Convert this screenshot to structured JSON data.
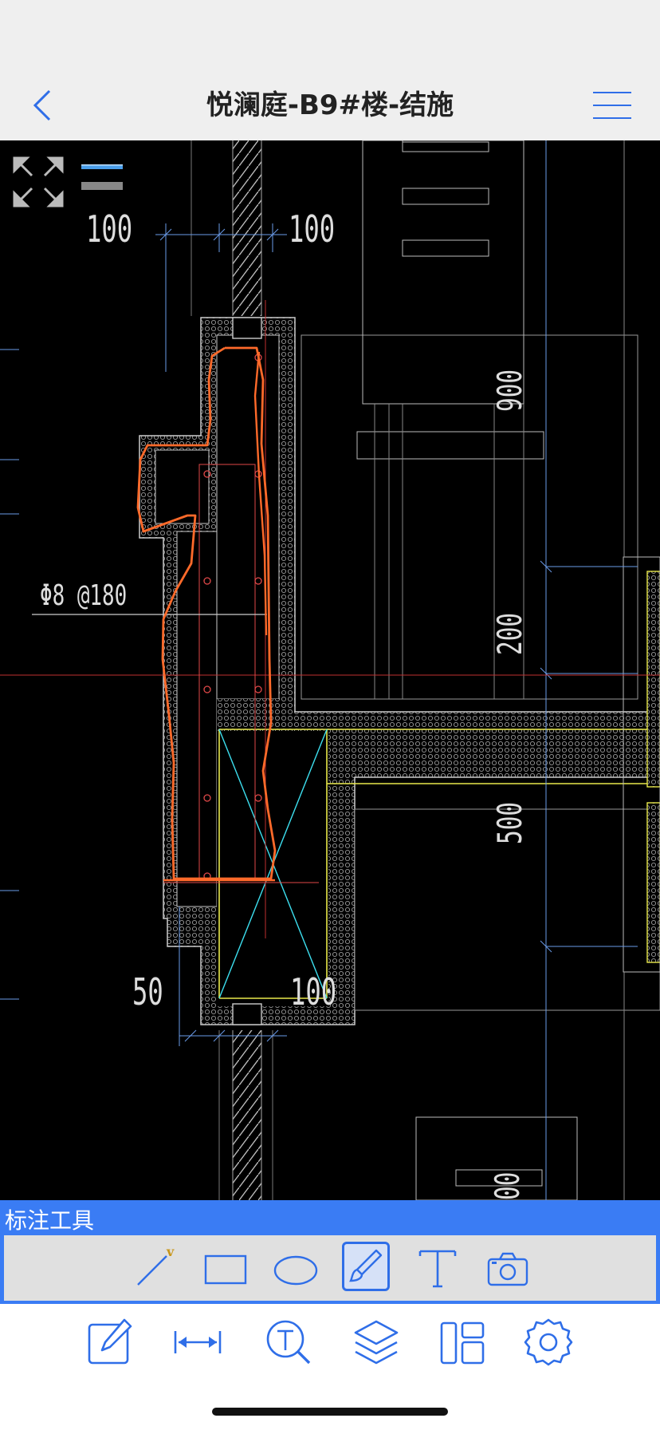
{
  "header": {
    "title": "悦澜庭-B9#楼-结施"
  },
  "drawing": {
    "dimensions": {
      "top_left": "100",
      "top_right": "100",
      "rebar_label": "Φ8 @180",
      "vertical_900": "900",
      "vertical_200": "200",
      "vertical_500": "500",
      "bottom_left": "50",
      "bottom_right": "100",
      "bottom_cut": "00"
    }
  },
  "annotation_tools": {
    "label": "标注工具",
    "tools": [
      "line",
      "rectangle",
      "ellipse",
      "freehand-brush",
      "text",
      "camera"
    ],
    "active": "freehand-brush"
  },
  "bottom_toolbar": {
    "items": [
      "edit",
      "measure",
      "text-search",
      "layers",
      "layout",
      "settings"
    ]
  },
  "colors": {
    "accent": "#3a7cf4",
    "markup_stroke": "#ff6a2a",
    "cad_yellow": "#e8e84a",
    "cad_cyan": "#3de0f0",
    "cad_blue": "#6a9be8"
  }
}
